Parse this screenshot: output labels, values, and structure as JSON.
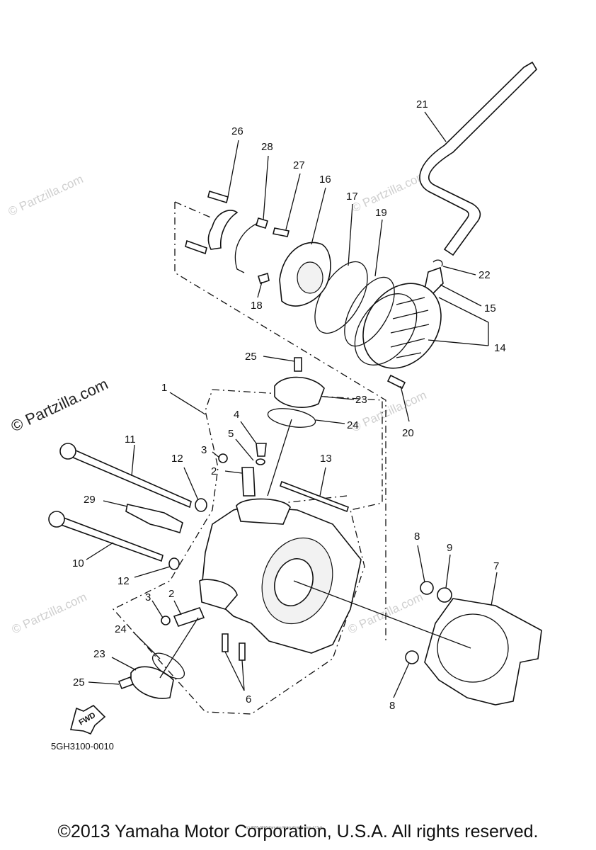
{
  "diagram": {
    "code": "5GH3100-0010",
    "fwd_label": "FWD",
    "watermark": "© Partzilla.com",
    "credit": "(c) 2005-2016 Yamaha Motor Corporation, U.S.A.",
    "copyright": "©2013 Yamaha Motor Corporation, U.S.A. All rights reserved.",
    "callouts": [
      {
        "id": "c26",
        "text": "26"
      },
      {
        "id": "c28",
        "text": "28"
      },
      {
        "id": "c27",
        "text": "27"
      },
      {
        "id": "c16",
        "text": "16"
      },
      {
        "id": "c17",
        "text": "17"
      },
      {
        "id": "c19",
        "text": "19"
      },
      {
        "id": "c21",
        "text": "21"
      },
      {
        "id": "c22",
        "text": "22"
      },
      {
        "id": "c15",
        "text": "15"
      },
      {
        "id": "c14",
        "text": "14"
      },
      {
        "id": "c18",
        "text": "18"
      },
      {
        "id": "c25a",
        "text": "25"
      },
      {
        "id": "c23a",
        "text": "23"
      },
      {
        "id": "c24a",
        "text": "24"
      },
      {
        "id": "c20",
        "text": "20"
      },
      {
        "id": "c1",
        "text": "1"
      },
      {
        "id": "c4",
        "text": "4"
      },
      {
        "id": "c5",
        "text": "5"
      },
      {
        "id": "c3a",
        "text": "3"
      },
      {
        "id": "c2a",
        "text": "2"
      },
      {
        "id": "c11",
        "text": "11"
      },
      {
        "id": "c12a",
        "text": "12"
      },
      {
        "id": "c13",
        "text": "13"
      },
      {
        "id": "c29",
        "text": "29"
      },
      {
        "id": "c10",
        "text": "10"
      },
      {
        "id": "c12b",
        "text": "12"
      },
      {
        "id": "c2b",
        "text": "2"
      },
      {
        "id": "c3b",
        "text": "3"
      },
      {
        "id": "c24b",
        "text": "24"
      },
      {
        "id": "c23b",
        "text": "23"
      },
      {
        "id": "c25b",
        "text": "25"
      },
      {
        "id": "c6",
        "text": "6"
      },
      {
        "id": "c8a",
        "text": "8"
      },
      {
        "id": "c9",
        "text": "9"
      },
      {
        "id": "c7",
        "text": "7"
      },
      {
        "id": "c8b",
        "text": "8"
      }
    ]
  }
}
